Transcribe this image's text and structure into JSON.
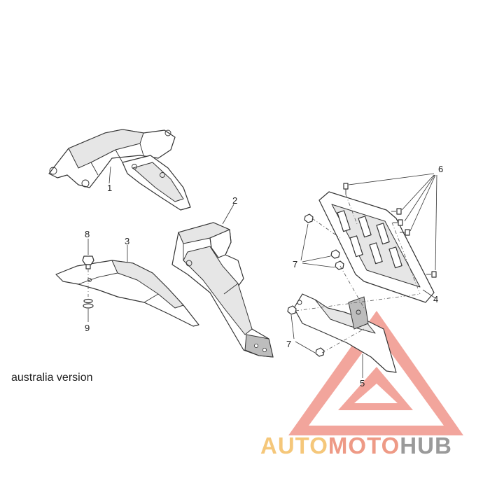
{
  "caption": "australia version",
  "callouts": {
    "c1": "1",
    "c2": "2",
    "c3": "3",
    "c4": "4",
    "c5": "5",
    "c6": "6",
    "c7a": "7",
    "c7b": "7",
    "c8": "8",
    "c9": "9"
  },
  "watermark": {
    "part1": "AUTO",
    "part2": "MOTO",
    "part3": "HUB",
    "colors": {
      "auto": "#f5c77a",
      "moto": "#ee9a86",
      "hub": "#9a9a9a",
      "triangle": "#ef8f84"
    }
  }
}
